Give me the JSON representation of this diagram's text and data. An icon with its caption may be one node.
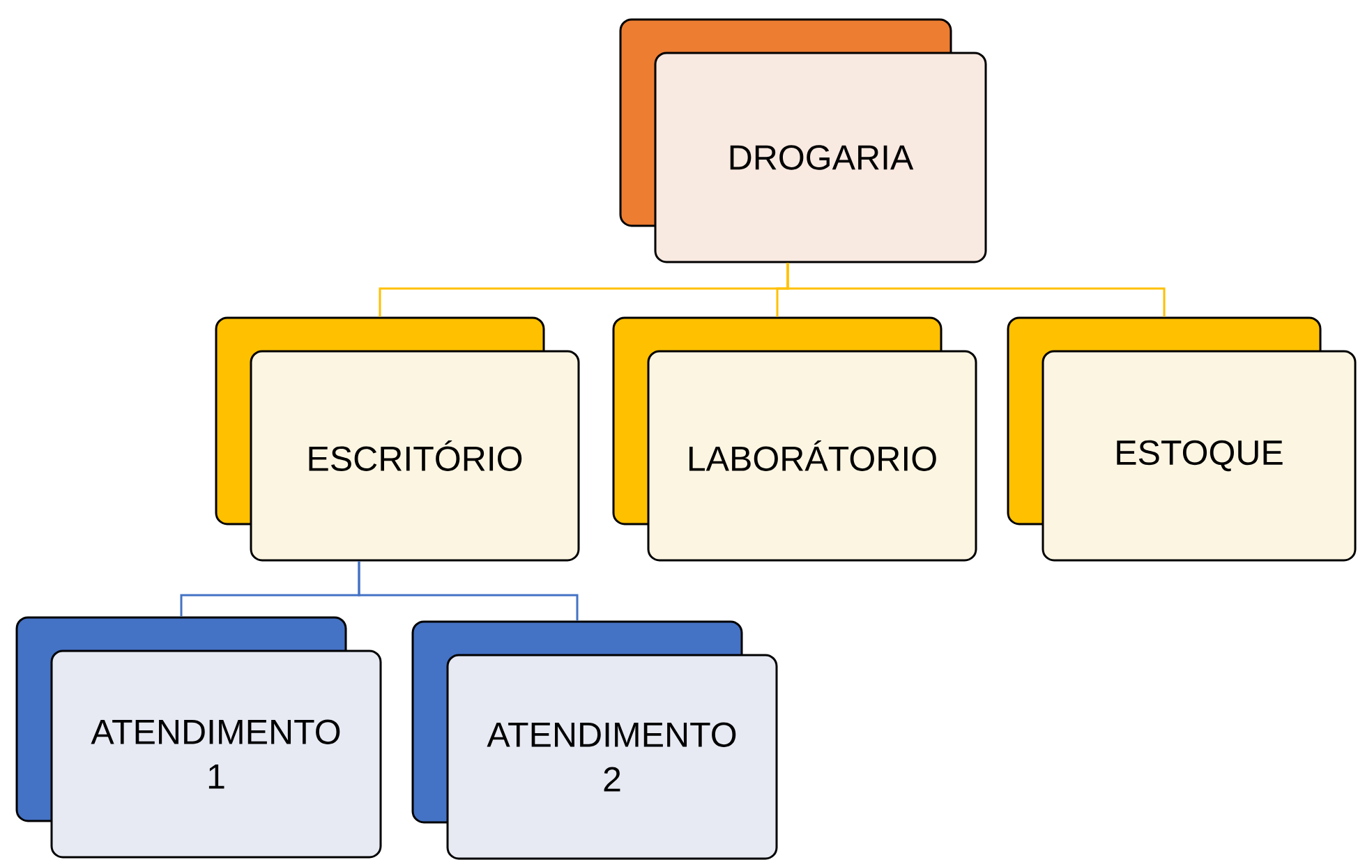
{
  "diagram": {
    "nodes": [
      {
        "text": [
          "DROGARIA"
        ]
      },
      {
        "text": [
          "ESCRITÓRIO"
        ]
      },
      {
        "text": [
          "LABORÁTORIO"
        ]
      },
      {
        "text": [
          "ESTOQUE"
        ]
      },
      {
        "text": [
          "ATENDIMENTO 1"
        ]
      },
      {
        "text": [
          "ATENDIMENTO 2"
        ]
      }
    ],
    "edges": [
      {
        "from": 0,
        "to": 1,
        "arrow": "none"
      },
      {
        "from": 0,
        "to": 2,
        "arrow": "none"
      },
      {
        "from": 0,
        "to": 3,
        "arrow": "none"
      },
      {
        "from": 1,
        "to": 4,
        "arrow": "none",
        "color": "#4472c4"
      },
      {
        "from": 1,
        "to": 5,
        "arrow": "none",
        "color": "#4472c4"
      }
    ]
  }
}
